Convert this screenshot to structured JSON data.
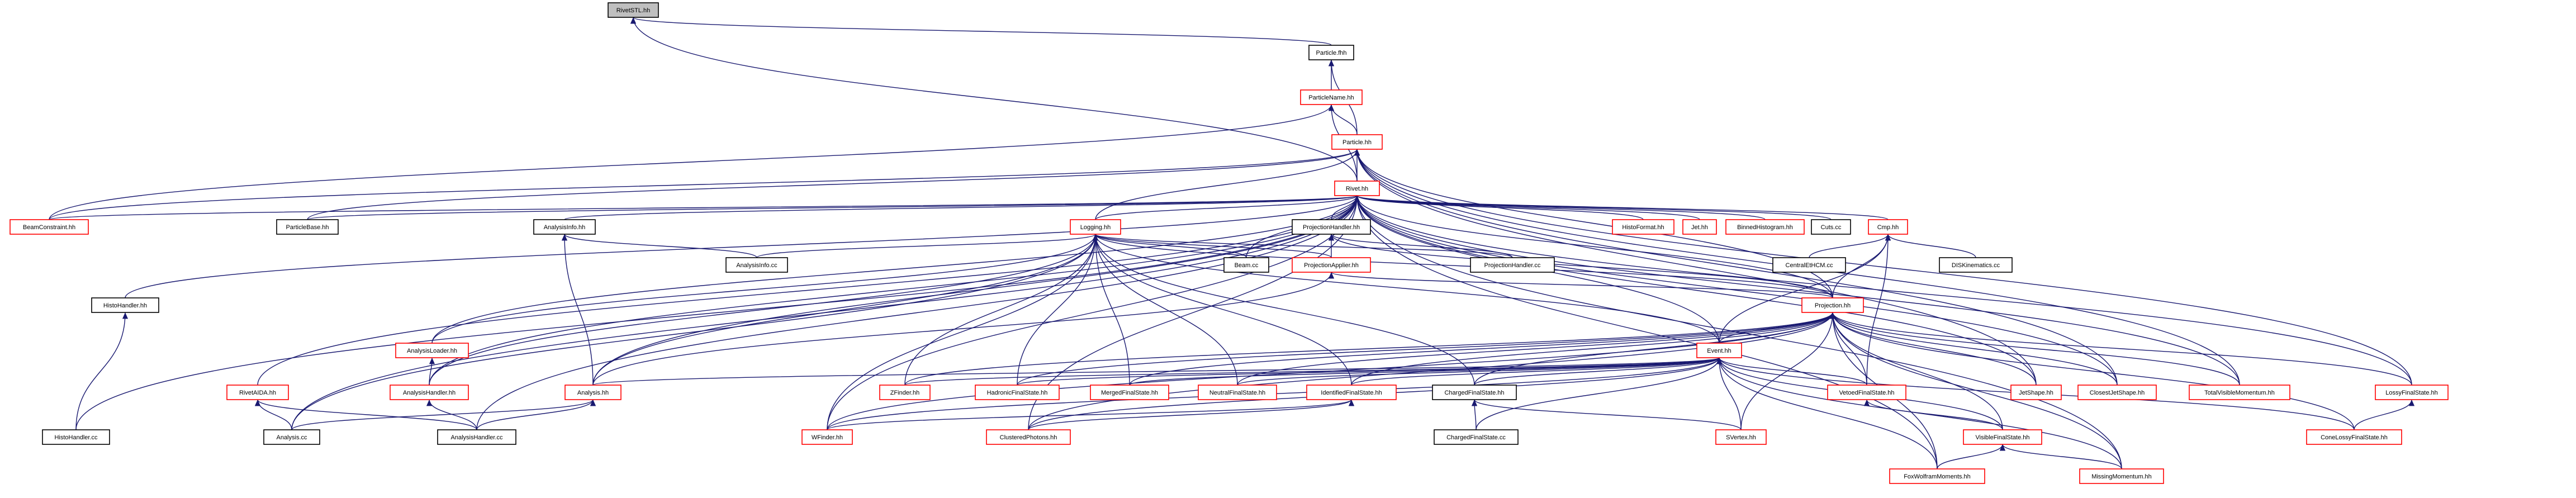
{
  "nodes": [
    {
      "id": "rivetstl",
      "label": "RivetSTL.hh",
      "style": "root"
    },
    {
      "id": "particlefwd",
      "label": "Particle.fhh",
      "style": "plain"
    },
    {
      "id": "particlename",
      "label": "ParticleName.hh",
      "style": "red"
    },
    {
      "id": "particle",
      "label": "Particle.hh",
      "style": "red"
    },
    {
      "id": "rivet",
      "label": "Rivet.hh",
      "style": "red"
    },
    {
      "id": "beamconstraint",
      "label": "BeamConstraint.hh",
      "style": "red"
    },
    {
      "id": "particlebase",
      "label": "ParticleBase.hh",
      "style": "plain"
    },
    {
      "id": "analysisinfo",
      "label": "AnalysisInfo.hh",
      "style": "plain"
    },
    {
      "id": "logging",
      "label": "Logging.hh",
      "style": "red"
    },
    {
      "id": "projectionhandler",
      "label": "ProjectionHandler.hh",
      "style": "plain"
    },
    {
      "id": "histoformat",
      "label": "HistoFormat.hh",
      "style": "red"
    },
    {
      "id": "jet",
      "label": "Jet.hh",
      "style": "red"
    },
    {
      "id": "binnedhistogram",
      "label": "BinnedHistogram.hh",
      "style": "red"
    },
    {
      "id": "cutscc",
      "label": "Cuts.cc",
      "style": "plain"
    },
    {
      "id": "cmp",
      "label": "Cmp.hh",
      "style": "red"
    },
    {
      "id": "analysisinfocc",
      "label": "AnalysisInfo.cc",
      "style": "plain"
    },
    {
      "id": "beamcc",
      "label": "Beam.cc",
      "style": "plain"
    },
    {
      "id": "projectionapplier",
      "label": "ProjectionApplier.hh",
      "style": "red"
    },
    {
      "id": "projectionhandlercc",
      "label": "ProjectionHandler.cc",
      "style": "plain"
    },
    {
      "id": "centraletcm",
      "label": "CentralEtHCM.cc",
      "style": "plain"
    },
    {
      "id": "diskinematics",
      "label": "DISKinematics.cc",
      "style": "plain"
    },
    {
      "id": "histohandler",
      "label": "HistoHandler.hh",
      "style": "plain"
    },
    {
      "id": "projection",
      "label": "Projection.hh",
      "style": "red"
    },
    {
      "id": "analysisloader",
      "label": "AnalysisLoader.hh",
      "style": "red"
    },
    {
      "id": "event",
      "label": "Event.hh",
      "style": "red"
    },
    {
      "id": "rivetaida",
      "label": "RivetAIDA.hh",
      "style": "red"
    },
    {
      "id": "analysishandler",
      "label": "AnalysisHandler.hh",
      "style": "red"
    },
    {
      "id": "analysis",
      "label": "Analysis.hh",
      "style": "red"
    },
    {
      "id": "zfinder",
      "label": "ZFinder.hh",
      "style": "red"
    },
    {
      "id": "hadronicfs",
      "label": "HadronicFinalState.hh",
      "style": "red"
    },
    {
      "id": "mergedfs",
      "label": "MergedFinalState.hh",
      "style": "red"
    },
    {
      "id": "neutralfs",
      "label": "NeutralFinalState.hh",
      "style": "red"
    },
    {
      "id": "identifiedfs",
      "label": "IdentifiedFinalState.hh",
      "style": "red"
    },
    {
      "id": "chargedfs",
      "label": "ChargedFinalState.hh",
      "style": "plain"
    },
    {
      "id": "vetoedfs",
      "label": "VetoedFinalState.hh",
      "style": "red"
    },
    {
      "id": "jetshape",
      "label": "JetShape.hh",
      "style": "red"
    },
    {
      "id": "closestjetshape",
      "label": "ClosestJetShape.hh",
      "style": "red"
    },
    {
      "id": "totalvisiblemomentum",
      "label": "TotalVisibleMomentum.hh",
      "style": "red"
    },
    {
      "id": "lossyfs",
      "label": "LossyFinalState.hh",
      "style": "red"
    },
    {
      "id": "histohandlercc",
      "label": "HistoHandler.cc",
      "style": "plain"
    },
    {
      "id": "analysiscc",
      "label": "Analysis.cc",
      "style": "plain"
    },
    {
      "id": "analysishandlercc",
      "label": "AnalysisHandler.cc",
      "style": "plain"
    },
    {
      "id": "wfinder",
      "label": "WFinder.hh",
      "style": "red"
    },
    {
      "id": "clusteredphotons",
      "label": "ClusteredPhotons.hh",
      "style": "red"
    },
    {
      "id": "chargedfscc",
      "label": "ChargedFinalState.cc",
      "style": "plain"
    },
    {
      "id": "svertex",
      "label": "SVertex.hh",
      "style": "red"
    },
    {
      "id": "visiblefs",
      "label": "VisibleFinalState.hh",
      "style": "red"
    },
    {
      "id": "conelossyfs",
      "label": "ConeLossyFinalState.hh",
      "style": "red"
    },
    {
      "id": "foxwolfram",
      "label": "FoxWolframMoments.hh",
      "style": "red"
    },
    {
      "id": "missingmomentum",
      "label": "MissingMomentum.hh",
      "style": "red"
    }
  ],
  "edges": [
    [
      "particlefwd",
      "rivetstl"
    ],
    [
      "rivet",
      "rivetstl"
    ],
    [
      "particlename",
      "particlefwd"
    ],
    [
      "particle",
      "particlefwd"
    ],
    [
      "particle",
      "particlename"
    ],
    [
      "rivet",
      "particlename"
    ],
    [
      "rivet",
      "particle"
    ],
    [
      "beamconstraint",
      "particlename"
    ],
    [
      "beamconstraint",
      "particle"
    ],
    [
      "beamconstraint",
      "rivet"
    ],
    [
      "particlebase",
      "rivet"
    ],
    [
      "particlebase",
      "particle"
    ],
    [
      "analysisinfo",
      "rivet"
    ],
    [
      "logging",
      "rivet"
    ],
    [
      "logging",
      "particle"
    ],
    [
      "projectionhandler",
      "rivet"
    ],
    [
      "histoformat",
      "rivet"
    ],
    [
      "jet",
      "rivet"
    ],
    [
      "binnedhistogram",
      "rivet"
    ],
    [
      "cutscc",
      "rivet"
    ],
    [
      "cmp",
      "rivet"
    ],
    [
      "analysisinfocc",
      "logging"
    ],
    [
      "analysisinfocc",
      "analysisinfo"
    ],
    [
      "beamcc",
      "logging"
    ],
    [
      "beamcc",
      "rivet"
    ],
    [
      "projectionapplier",
      "logging"
    ],
    [
      "projectionapplier",
      "projectionhandler"
    ],
    [
      "projectionhandlercc",
      "logging"
    ],
    [
      "projectionhandlercc",
      "projectionhandler"
    ],
    [
      "centraletcm",
      "cmp"
    ],
    [
      "diskinematics",
      "cmp"
    ],
    [
      "histohandler",
      "rivet"
    ],
    [
      "projection",
      "logging"
    ],
    [
      "projection",
      "rivet"
    ],
    [
      "projection",
      "cmp"
    ],
    [
      "projection",
      "projectionapplier"
    ],
    [
      "projection",
      "particle"
    ],
    [
      "projection",
      "projectionhandler"
    ],
    [
      "analysisloader",
      "rivet"
    ],
    [
      "analysisloader",
      "logging"
    ],
    [
      "event",
      "projection"
    ],
    [
      "event",
      "rivet"
    ],
    [
      "event",
      "cmp"
    ],
    [
      "event",
      "logging"
    ],
    [
      "rivetaida",
      "rivet"
    ],
    [
      "analysishandler",
      "analysisloader"
    ],
    [
      "analysishandler",
      "rivet"
    ],
    [
      "analysishandler",
      "logging"
    ],
    [
      "analysis",
      "rivet"
    ],
    [
      "analysis",
      "projectionapplier"
    ],
    [
      "analysis",
      "logging"
    ],
    [
      "analysis",
      "analysisinfo"
    ],
    [
      "analysis",
      "event"
    ],
    [
      "zfinder",
      "projection"
    ],
    [
      "zfinder",
      "event"
    ],
    [
      "zfinder",
      "logging"
    ],
    [
      "hadronicfs",
      "projection"
    ],
    [
      "hadronicfs",
      "event"
    ],
    [
      "hadronicfs",
      "logging"
    ],
    [
      "mergedfs",
      "projection"
    ],
    [
      "mergedfs",
      "event"
    ],
    [
      "mergedfs",
      "logging"
    ],
    [
      "neutralfs",
      "projection"
    ],
    [
      "neutralfs",
      "event"
    ],
    [
      "neutralfs",
      "logging"
    ],
    [
      "identifiedfs",
      "projection"
    ],
    [
      "identifiedfs",
      "event"
    ],
    [
      "identifiedfs",
      "logging"
    ],
    [
      "chargedfs",
      "projection"
    ],
    [
      "chargedfs",
      "event"
    ],
    [
      "chargedfs",
      "logging"
    ],
    [
      "vetoedfs",
      "projection"
    ],
    [
      "vetoedfs",
      "event"
    ],
    [
      "vetoedfs",
      "cmp"
    ],
    [
      "jetshape",
      "projection"
    ],
    [
      "jetshape",
      "rivet"
    ],
    [
      "jetshape",
      "particle"
    ],
    [
      "closestjetshape",
      "projection"
    ],
    [
      "closestjetshape",
      "rivet"
    ],
    [
      "closestjetshape",
      "particle"
    ],
    [
      "totalvisiblemomentum",
      "projection"
    ],
    [
      "totalvisiblemomentum",
      "rivet"
    ],
    [
      "totalvisiblemomentum",
      "particle"
    ],
    [
      "lossyfs",
      "projection"
    ],
    [
      "lossyfs",
      "rivet"
    ],
    [
      "lossyfs",
      "particle"
    ],
    [
      "histohandlercc",
      "histohandler"
    ],
    [
      "histohandlercc",
      "rivet"
    ],
    [
      "analysiscc",
      "analysis"
    ],
    [
      "analysiscc",
      "rivetaida"
    ],
    [
      "analysiscc",
      "rivet"
    ],
    [
      "analysiscc",
      "logging"
    ],
    [
      "analysishandlercc",
      "analysishandler"
    ],
    [
      "analysishandlercc",
      "analysis"
    ],
    [
      "analysishandlercc",
      "rivetaida"
    ],
    [
      "analysishandlercc",
      "rivet"
    ],
    [
      "wfinder",
      "projection"
    ],
    [
      "wfinder",
      "event"
    ],
    [
      "wfinder",
      "rivet"
    ],
    [
      "wfinder",
      "identifiedfs"
    ],
    [
      "wfinder",
      "logging"
    ],
    [
      "clusteredphotons",
      "projection"
    ],
    [
      "clusteredphotons",
      "event"
    ],
    [
      "clusteredphotons",
      "identifiedfs"
    ],
    [
      "clusteredphotons",
      "rivet"
    ],
    [
      "chargedfscc",
      "chargedfs"
    ],
    [
      "chargedfscc",
      "event"
    ],
    [
      "svertex",
      "projection"
    ],
    [
      "svertex",
      "event"
    ],
    [
      "svertex",
      "chargedfs"
    ],
    [
      "visiblefs",
      "vetoedfs"
    ],
    [
      "visiblefs",
      "projection"
    ],
    [
      "visiblefs",
      "event"
    ],
    [
      "conelossyfs",
      "lossyfs"
    ],
    [
      "conelossyfs",
      "projection"
    ],
    [
      "conelossyfs",
      "event"
    ],
    [
      "foxwolfram",
      "visiblefs"
    ],
    [
      "foxwolfram",
      "projection"
    ],
    [
      "foxwolfram",
      "event"
    ],
    [
      "foxwolfram",
      "rivet"
    ],
    [
      "missingmomentum",
      "visiblefs"
    ],
    [
      "missingmomentum",
      "projection"
    ],
    [
      "missingmomentum",
      "event"
    ],
    [
      "missingmomentum",
      "rivet"
    ]
  ]
}
